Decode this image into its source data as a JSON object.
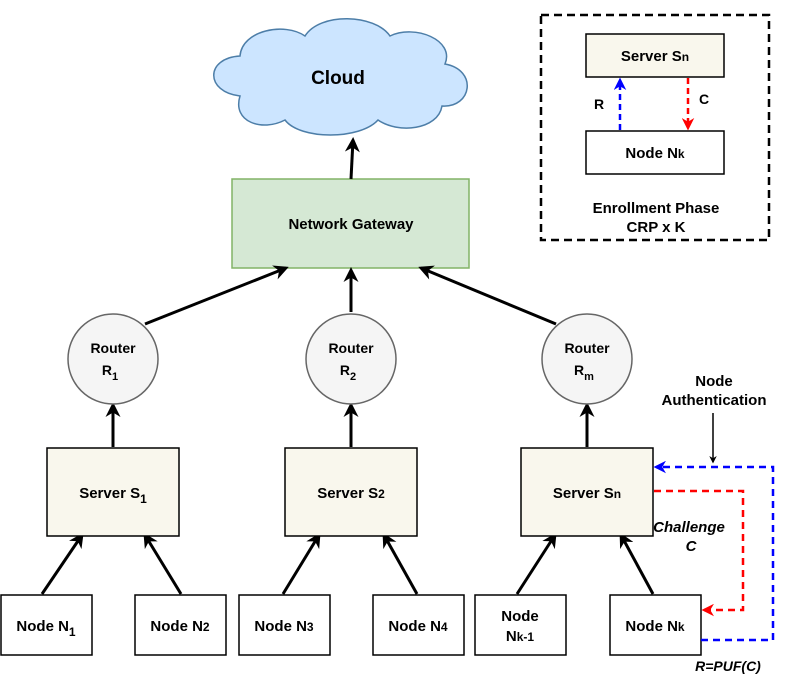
{
  "cloud": {
    "label": "Cloud",
    "fill": "#cce5ff",
    "stroke": "#4d7ea8"
  },
  "gateway": {
    "label": "Network Gateway",
    "fill": "#d5e8d4",
    "stroke": "#82b366"
  },
  "routers": [
    {
      "name": "Router",
      "sub": "1"
    },
    {
      "name": "Router",
      "sub": "2"
    },
    {
      "name": "Router",
      "sub": "m"
    }
  ],
  "servers": [
    {
      "name": "Server S",
      "sub": "1",
      "small": false
    },
    {
      "name": "Server S",
      "sub": "2",
      "small": true
    },
    {
      "name": "Server S",
      "sub": "n",
      "small": true
    }
  ],
  "nodes": [
    {
      "name": "Node N",
      "sub": "1",
      "small": false
    },
    {
      "name": "Node N",
      "sub": "2",
      "small": true
    },
    {
      "name": "Node N",
      "sub": "3",
      "small": true
    },
    {
      "name": "Node N",
      "sub": "4",
      "small": true
    },
    {
      "name": "Node",
      "line2": "N",
      "sub": "k-1",
      "small": true
    },
    {
      "name": "Node N",
      "sub": "k",
      "small": true
    }
  ],
  "enrollment": {
    "server": {
      "name": "Server S",
      "sub": "n"
    },
    "node": {
      "name": "Node N",
      "sub": "k"
    },
    "response_label": "R",
    "challenge_label": "C",
    "title_line1": "Enrollment Phase",
    "title_line2": "CRP x K"
  },
  "authentication": {
    "title_line1": "Node",
    "title_line2": "Authentication",
    "challenge_line1": "Challenge",
    "challenge_line2": "C",
    "response_label": "R=PUF(C)"
  },
  "colors": {
    "server_fill": "#f9f7ed",
    "router_fill": "#f5f5f5",
    "router_stroke": "#666666",
    "blue": "#0000ff",
    "red": "#ff0000"
  }
}
